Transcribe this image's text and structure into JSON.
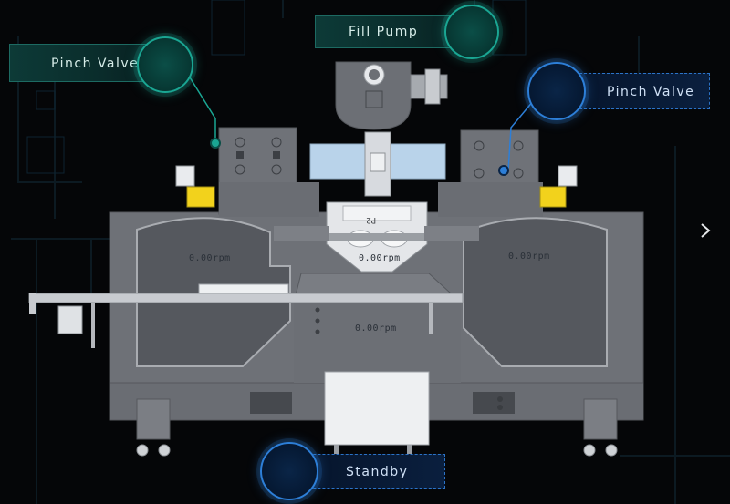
{
  "callouts": {
    "fill_pump": "Fill Pump",
    "pinch_valve_left": "Pinch Valve",
    "pinch_valve_right": "Pinch Valve",
    "standby": "Standby"
  },
  "readouts": {
    "left_drum": "0.00rpm",
    "center_top": "0.00rpm",
    "right_drum": "0.00rpm",
    "center_bottom": "0.00rpm"
  },
  "machine_marking": "P2",
  "icons": {
    "next": "chevron-right-icon"
  },
  "colors": {
    "teal_accent": "#1aa693",
    "blue_accent": "#2d7fd8",
    "machine_body": "#6e7177",
    "background": "#050608"
  }
}
